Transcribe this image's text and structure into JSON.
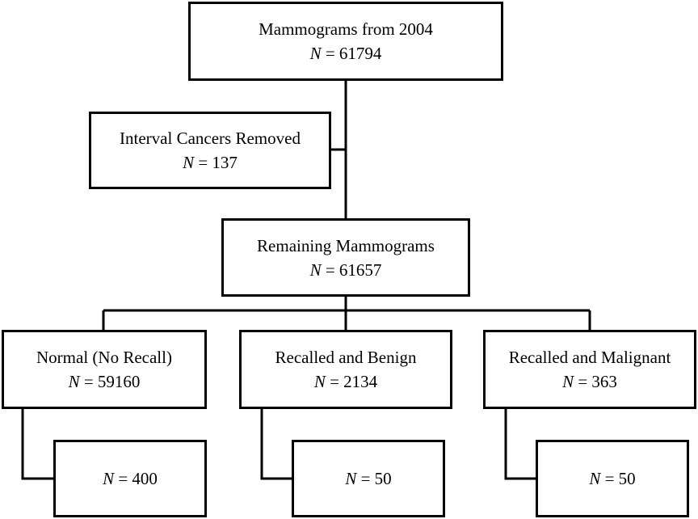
{
  "boxes": {
    "total": {
      "label": "Mammograms from 2004",
      "n_prefix": "N",
      "n_value": "= 61794"
    },
    "interval": {
      "label": "Interval Cancers Removed",
      "n_prefix": "N",
      "n_value": "= 137"
    },
    "remaining": {
      "label": "Remaining Mammograms",
      "n_prefix": "N",
      "n_value": "= 61657"
    },
    "normal": {
      "label": "Normal (No Recall)",
      "n_prefix": "N",
      "n_value": "= 59160"
    },
    "benign": {
      "label": "Recalled and Benign",
      "n_prefix": "N",
      "n_value": "= 2134"
    },
    "malignant": {
      "label": "Recalled and Malignant",
      "n_prefix": "N",
      "n_value": "= 363"
    },
    "normal_sample": {
      "n_prefix": "N",
      "n_value": "= 400"
    },
    "benign_sample": {
      "n_prefix": "N",
      "n_value": "= 50"
    },
    "malignant_sample": {
      "n_prefix": "N",
      "n_value": "= 50"
    }
  }
}
